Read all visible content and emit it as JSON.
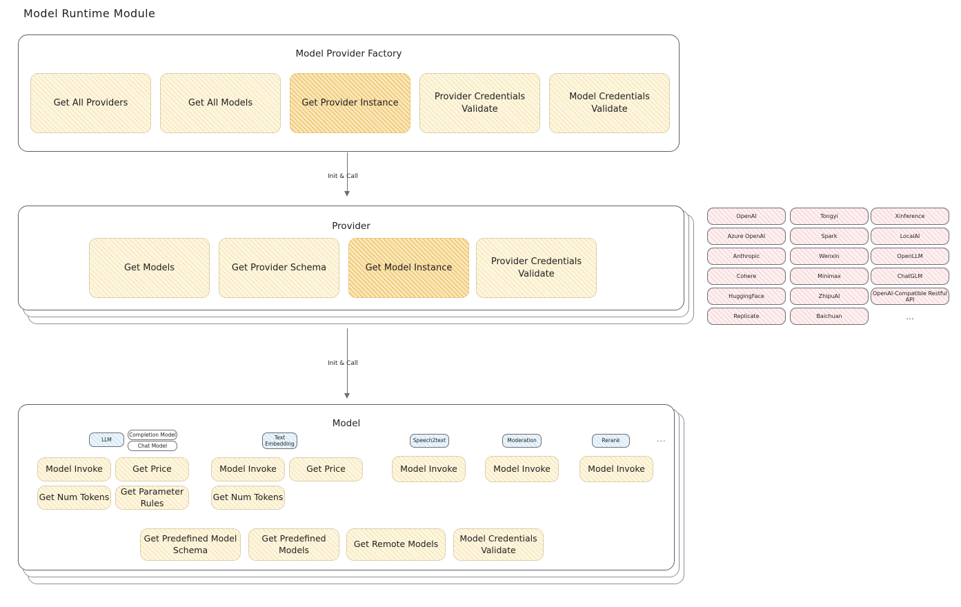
{
  "page": {
    "title": "Model Runtime Module"
  },
  "factory": {
    "title": "Model Provider Factory",
    "tiles": [
      {
        "label": "Get All Providers",
        "highlight": false
      },
      {
        "label": "Get All Models",
        "highlight": false
      },
      {
        "label": "Get Provider Instance",
        "highlight": true
      },
      {
        "label": "Provider Credentials Validate",
        "highlight": false
      },
      {
        "label": "Model Credentials Validate",
        "highlight": false
      }
    ]
  },
  "arrows": [
    {
      "label": "Init & Call"
    },
    {
      "label": "Init & Call"
    }
  ],
  "provider": {
    "title": "Provider",
    "tiles": [
      {
        "label": "Get Models",
        "highlight": false
      },
      {
        "label": "Get Provider Schema",
        "highlight": false
      },
      {
        "label": "Get Model Instance",
        "highlight": true
      },
      {
        "label": "Provider Credentials Validate",
        "highlight": false
      }
    ]
  },
  "provider_list": {
    "columns": [
      [
        "OpenAI",
        "Azure OpenAI",
        "Anthropic",
        "Cohere",
        "HuggingFace",
        "Replicate"
      ],
      [
        "Tongyi",
        "Spark",
        "Wenxin",
        "Minimax",
        "ZhipuAI",
        "Baichuan"
      ],
      [
        "Xinference",
        "LocalAI",
        "OpenLLM",
        "ChatGLM",
        "OpenAI-Compatible Restful API",
        "..."
      ]
    ]
  },
  "model": {
    "title": "Model",
    "ellipsis": "...",
    "types": [
      {
        "name": "LLM",
        "sub": [
          "Completion Model",
          "Chat Model"
        ],
        "ops": [
          {
            "label": "Model Invoke",
            "highlight": true
          },
          {
            "label": "Get Price",
            "highlight": false
          },
          {
            "label": "Get Num Tokens",
            "highlight": false
          },
          {
            "label": "Get Parameter Rules",
            "highlight": false
          }
        ]
      },
      {
        "name": "Text Embedding",
        "sub": [],
        "ops": [
          {
            "label": "Model Invoke",
            "highlight": true
          },
          {
            "label": "Get Price",
            "highlight": false
          },
          {
            "label": "Get Num Tokens",
            "highlight": false
          }
        ]
      },
      {
        "name": "Speech2text",
        "sub": [],
        "ops": [
          {
            "label": "Model Invoke",
            "highlight": true
          }
        ]
      },
      {
        "name": "Moderation",
        "sub": [],
        "ops": [
          {
            "label": "Model Invoke",
            "highlight": true
          }
        ]
      },
      {
        "name": "Rerank",
        "sub": [],
        "ops": [
          {
            "label": "Model Invoke",
            "highlight": true
          }
        ]
      }
    ],
    "common_ops": [
      {
        "label": "Get Predefined Model Schema"
      },
      {
        "label": "Get Predefined Models"
      },
      {
        "label": "Get Remote Models"
      },
      {
        "label": "Model Credentials Validate"
      }
    ]
  },
  "colors": {
    "tile_fill": "#fdf6e0",
    "tile_highlight_fill": "#fbe7ba",
    "chip_fill": "#fdf0f0",
    "badge_fill": "#eaf4fb",
    "stroke": "#5c5f66",
    "background": "#ffffff"
  }
}
